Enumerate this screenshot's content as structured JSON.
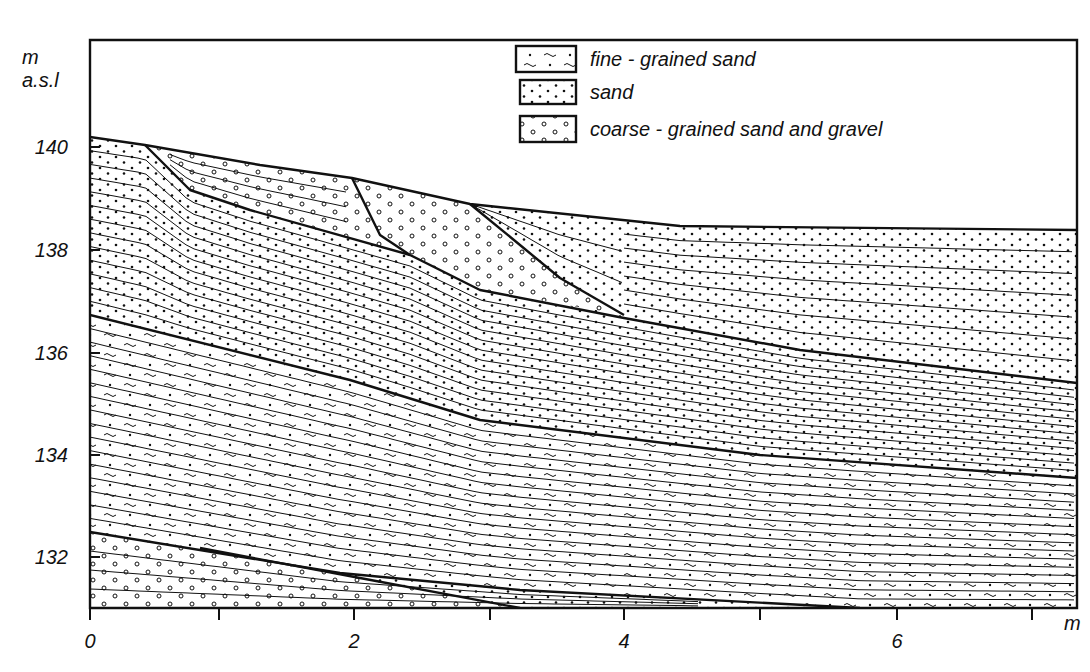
{
  "diagram": {
    "labels": [
      "m a.s.l",
      "140",
      "138",
      "136",
      "134",
      "132",
      "0",
      "2",
      "4",
      "6",
      "m"
    ],
    "legend": [
      {
        "text": "fine - grained sand"
      },
      {
        "text": "sand"
      },
      {
        "text": "coarse - grained sand and gravel"
      }
    ]
  }
}
